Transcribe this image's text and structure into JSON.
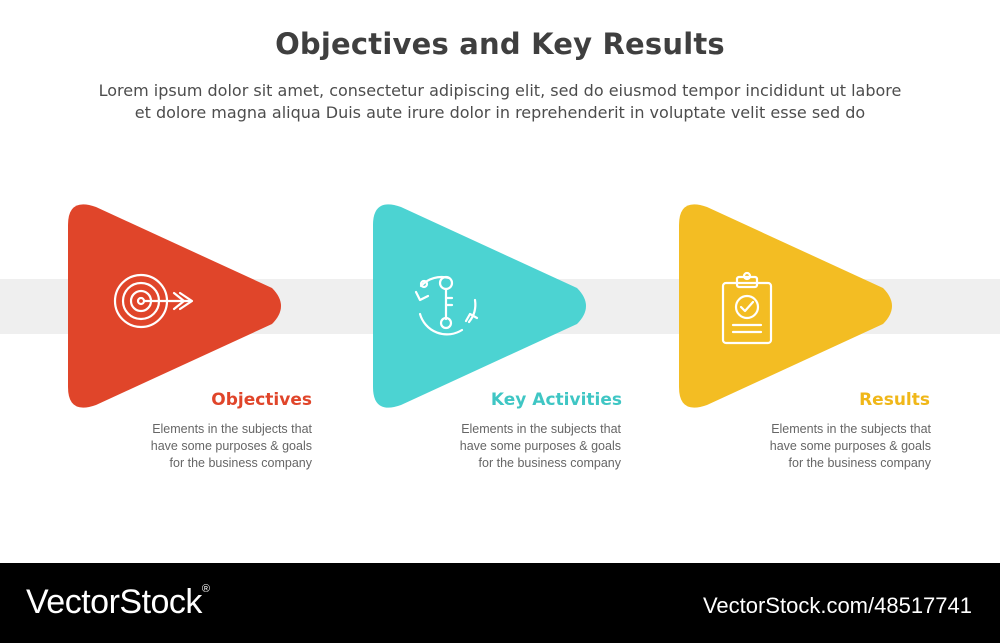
{
  "header": {
    "title": "Objectives and Key Results",
    "subtitle": "Lorem ipsum dolor sit amet, consectetur adipiscing elit, sed do eiusmod tempor incididunt ut labore\net dolore magna aliqua Duis aute irure dolor in reprehenderit in voluptate velit esse sed do"
  },
  "steps": [
    {
      "label": "Objectives",
      "description": "Elements in the subjects that\nhave  some purposes & goals\nfor the  business company",
      "color": "#e0452a",
      "icon": "target-arrow-icon"
    },
    {
      "label": "Key Activities",
      "description": "Elements in the subjects that\nhave  some purposes & goals\nfor the  business company",
      "color": "#4cd3d2",
      "label_color": "#3fc6c4",
      "icon": "key-cycle-icon"
    },
    {
      "label": "Results",
      "description": "Elements in the subjects that\nhave  some purposes & goals\nfor the  business company",
      "color": "#f3bd23",
      "label_color": "#f0b719",
      "icon": "clipboard-check-icon"
    }
  ],
  "footer": {
    "brand": "VectorStock",
    "registered": "®",
    "watermark": "VectorStock.com/48517741"
  }
}
